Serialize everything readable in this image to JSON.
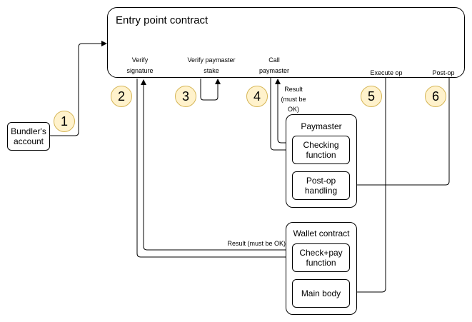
{
  "diagram": {
    "entry_point": {
      "title": "Entry point contract",
      "verify_signature": "Verify\nsignature",
      "verify_paymaster_stake": "Verify paymaster\nstake",
      "call_paymaster": "Call\npaymaster",
      "execute_op": "Execute op",
      "post_op": "Post-op"
    },
    "bundler_account": "Bundler's\naccount",
    "paymaster": {
      "title": "Paymaster",
      "checking_function": "Checking\nfunction",
      "post_op_handling": "Post-op\nhandling"
    },
    "wallet": {
      "title": "Wallet contract",
      "check_pay_function": "Check+pay\nfunction",
      "main_body": "Main body"
    },
    "result_paymaster": "Result\n(must be\nOK)",
    "result_wallet": "Result (must be OK)",
    "steps": [
      "1",
      "2",
      "3",
      "4",
      "5",
      "6"
    ],
    "colors": {
      "step_fill": "#fff2cc",
      "step_border": "#d6b656",
      "line": "#000000"
    }
  }
}
